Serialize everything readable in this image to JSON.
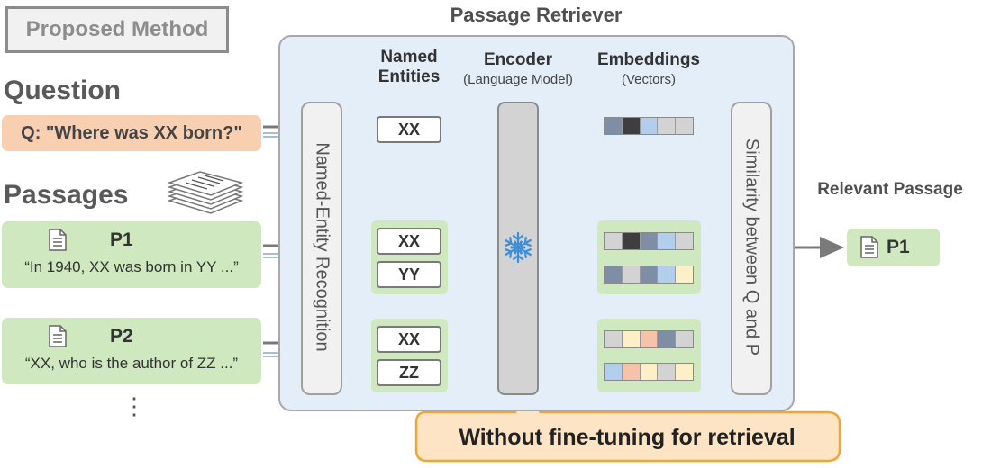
{
  "proposed_method": "Proposed Method",
  "question": {
    "heading": "Question",
    "text": "Q: \"Where was XX born?\""
  },
  "passages": {
    "heading": "Passages",
    "items": [
      {
        "id": "P1",
        "text": "“In 1940, XX was born in YY ...”"
      },
      {
        "id": "P2",
        "text": "“XX, who is the author of ZZ ...”"
      }
    ],
    "more": "⋮"
  },
  "retriever": {
    "title": "Passage Retriever",
    "ner_label": "Named-Entity Recognition",
    "named_entities_heading": "Named\nEntities",
    "encoder_heading": "Encoder",
    "encoder_sub": "(Language Model)",
    "embeddings_heading": "Embeddings",
    "embeddings_sub": "(Vectors)",
    "similarity_label": "Similarity between Q and P",
    "frozen_icon": "snowflake-icon"
  },
  "entities": {
    "question": [
      "XX"
    ],
    "p1": [
      "XX",
      "YY"
    ],
    "p2": [
      "XX",
      "ZZ"
    ]
  },
  "embeddings": {
    "question": [
      "#7f8ea5",
      "#3e3e3e",
      "#b3cdec",
      "#d3d3d3",
      "#d3d3d3"
    ],
    "p1_xx": [
      "#d3d3d3",
      "#3e3e3e",
      "#7f8ea5",
      "#b3cdec",
      "#d3d3d3"
    ],
    "p1_yy": [
      "#7f8ea5",
      "#d3d3d3",
      "#7f8ea5",
      "#b3cdec",
      "#fdf0c8"
    ],
    "p2_xx": [
      "#d3d3d3",
      "#fdf0c8",
      "#f6c2a9",
      "#7f8ea5",
      "#d3d3d3"
    ],
    "p2_zz": [
      "#b3cdec",
      "#f6c2a9",
      "#fdf0c8",
      "#d3d3d3",
      "#fdf0c8"
    ]
  },
  "output": {
    "heading": "Relevant Passage",
    "passage_id": "P1"
  },
  "callout": "Without fine-tuning for retrieval",
  "colors": {
    "question_fill": "#f9cfb2",
    "passage_fill": "#cfe8c0",
    "retriever_fill": "#e3eef9",
    "callout_fill": "#fde4c4",
    "callout_stroke": "#f0a53a",
    "arrow": "#7a7a7a"
  }
}
